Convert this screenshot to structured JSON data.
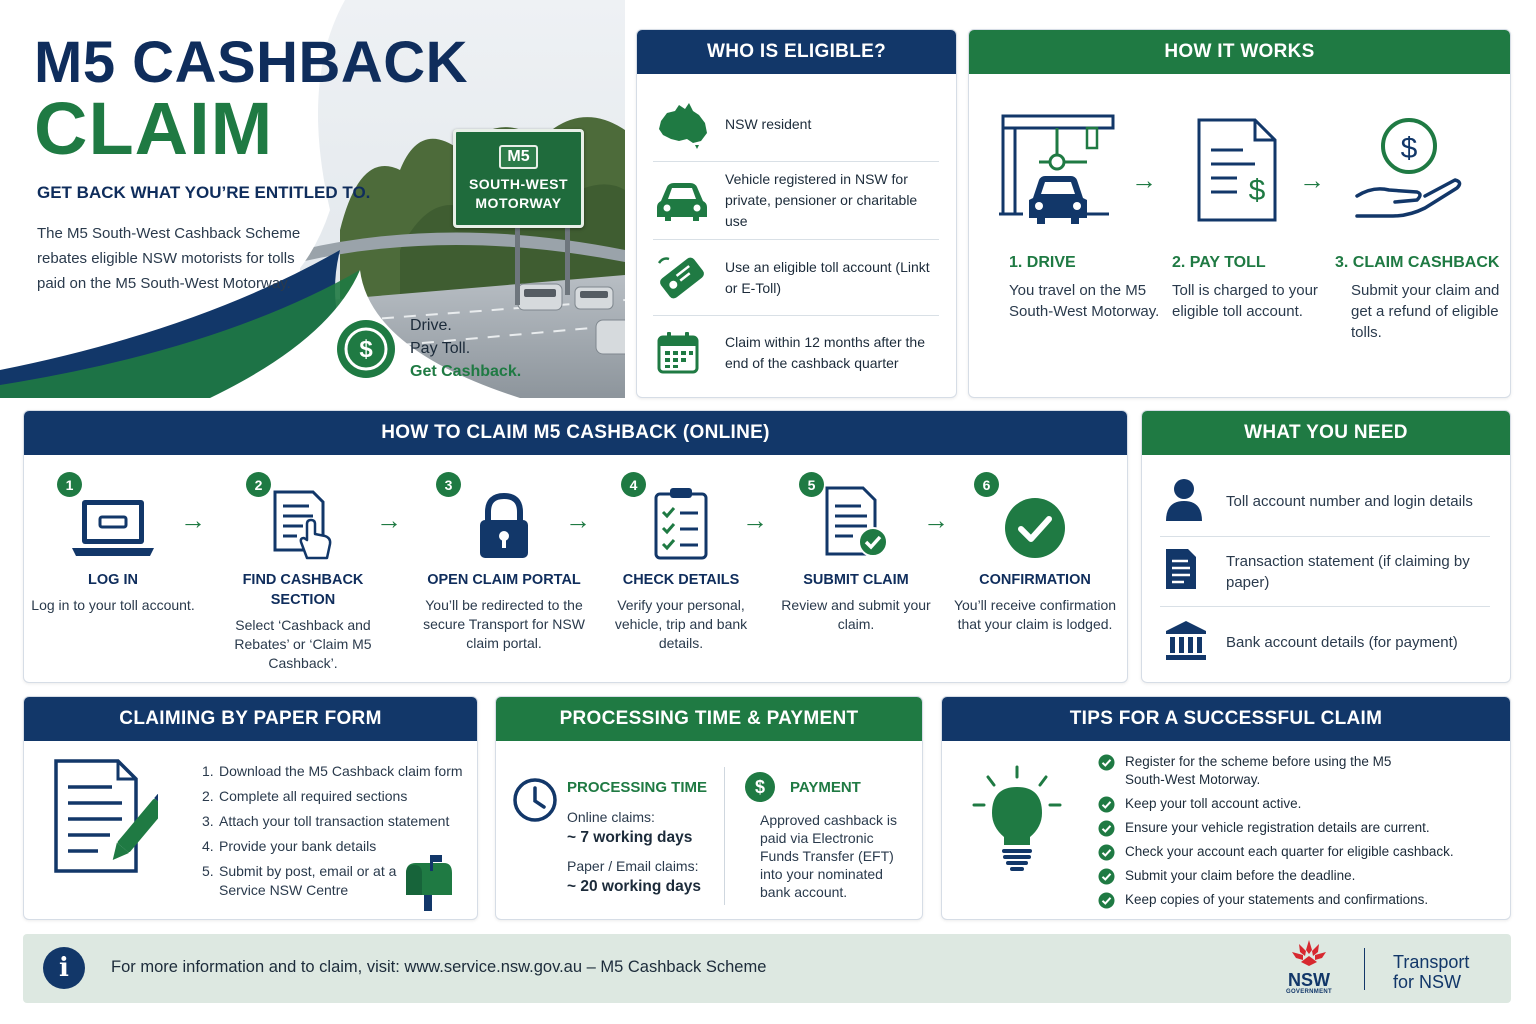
{
  "hero": {
    "title_line1": "M5 CASHBACK",
    "title_line2": "CLAIM",
    "tagline": "GET BACK WHAT YOU’RE ENTITLED TO.",
    "intro": "The M5 South-West Cashback Scheme rebates eligible NSW motorists for tolls paid on the M5 South-West Motorway.",
    "sign": {
      "badge": "M5",
      "line1": "SOUTH-WEST",
      "line2": "MOTORWAY"
    },
    "slogan": {
      "line1": "Drive.",
      "line2": "Pay Toll.",
      "line3": "Get Cashback."
    }
  },
  "eligible": {
    "header": "WHO IS ELIGIBLE?",
    "items": [
      {
        "icon": "australia-map-icon",
        "text": "NSW resident"
      },
      {
        "icon": "car-icon",
        "text": "Vehicle registered in NSW for private, pensioner or charitable use"
      },
      {
        "icon": "toll-tag-icon",
        "text": "Use an eligible toll account (Linkt or E-Toll)"
      },
      {
        "icon": "calendar-icon",
        "text": "Claim within 12 months after the end of the cashback quarter"
      }
    ]
  },
  "how_it_works": {
    "header": "HOW IT WORKS",
    "steps": [
      {
        "icon": "toll-gantry-icon",
        "title": "1. DRIVE",
        "desc": "You travel on the M5 South-West Motorway."
      },
      {
        "icon": "invoice-icon",
        "title": "2. PAY TOLL",
        "desc": "Toll is charged to your eligible toll account."
      },
      {
        "icon": "hand-coin-icon",
        "title": "3. CLAIM CASHBACK",
        "desc": "Submit your claim and get a refund of eligible tolls."
      }
    ]
  },
  "online": {
    "header": "HOW TO CLAIM M5 CASHBACK (ONLINE)",
    "steps": [
      {
        "num": "1",
        "icon": "laptop-icon",
        "title": "LOG IN",
        "desc": "Log in to your toll account."
      },
      {
        "num": "2",
        "icon": "document-click-icon",
        "title": "FIND CASHBACK SECTION",
        "desc": "Select ‘Cashback and Rebates’ or ‘Claim M5 Cashback’."
      },
      {
        "num": "3",
        "icon": "padlock-icon",
        "title": "OPEN CLAIM PORTAL",
        "desc": "You’ll be redirected to the secure Transport for NSW claim portal."
      },
      {
        "num": "4",
        "icon": "checklist-icon",
        "title": "CHECK DETAILS",
        "desc": "Verify your personal, vehicle, trip and bank details."
      },
      {
        "num": "5",
        "icon": "document-check-icon",
        "title": "SUBMIT CLAIM",
        "desc": "Review and submit your claim."
      },
      {
        "num": "6",
        "icon": "check-circle-icon",
        "title": "CONFIRMATION",
        "desc": "You’ll receive confirmation that your claim is lodged."
      }
    ]
  },
  "need": {
    "header": "WHAT YOU NEED",
    "items": [
      {
        "icon": "person-icon",
        "text": "Toll account number and login details"
      },
      {
        "icon": "statement-icon",
        "text": "Transaction statement (if claiming by paper)"
      },
      {
        "icon": "bank-icon",
        "text": "Bank account details (for payment)"
      }
    ]
  },
  "paper": {
    "header": "CLAIMING BY PAPER FORM",
    "steps": [
      {
        "num": "1.",
        "text": "Download the M5 Cashback claim form"
      },
      {
        "num": "2.",
        "text": "Complete all required sections"
      },
      {
        "num": "3.",
        "text": "Attach your toll transaction statement"
      },
      {
        "num": "4.",
        "text": "Provide your bank details"
      },
      {
        "num": "5.",
        "text": "Submit by post, email or at a Service NSW Centre"
      }
    ]
  },
  "processing": {
    "header": "PROCESSING TIME & PAYMENT",
    "time_title": "PROCESSING TIME",
    "online_label": "Online claims:",
    "online_value": "~ 7 working days",
    "paper_label": "Paper / Email claims:",
    "paper_value": "~ 20 working days",
    "payment_title": "PAYMENT",
    "payment_text": "Approved cashback is paid via Electronic Funds Transfer (EFT) into your nominated bank account."
  },
  "tips": {
    "header": "TIPS FOR A SUCCESSFUL CLAIM",
    "items": [
      "Register for the scheme before using the M5 South-West Motorway.",
      "Keep your toll account active.",
      "Ensure your vehicle registration details are current.",
      "Check your account each quarter for eligible cashback.",
      "Submit your claim before the deadline.",
      "Keep copies of your statements and confirmations."
    ]
  },
  "footer": {
    "text": "For more information and to claim, visit: www.service.nsw.gov.au – M5 Cashback Scheme",
    "nsw_word": "NSW",
    "nsw_sub": "GOVERNMENT",
    "tfn_line1": "Transport",
    "tfn_line2": "for NSW"
  },
  "colors": {
    "navy": "#123769",
    "green": "#1f7a43",
    "footer_bg": "#dde8e1"
  }
}
